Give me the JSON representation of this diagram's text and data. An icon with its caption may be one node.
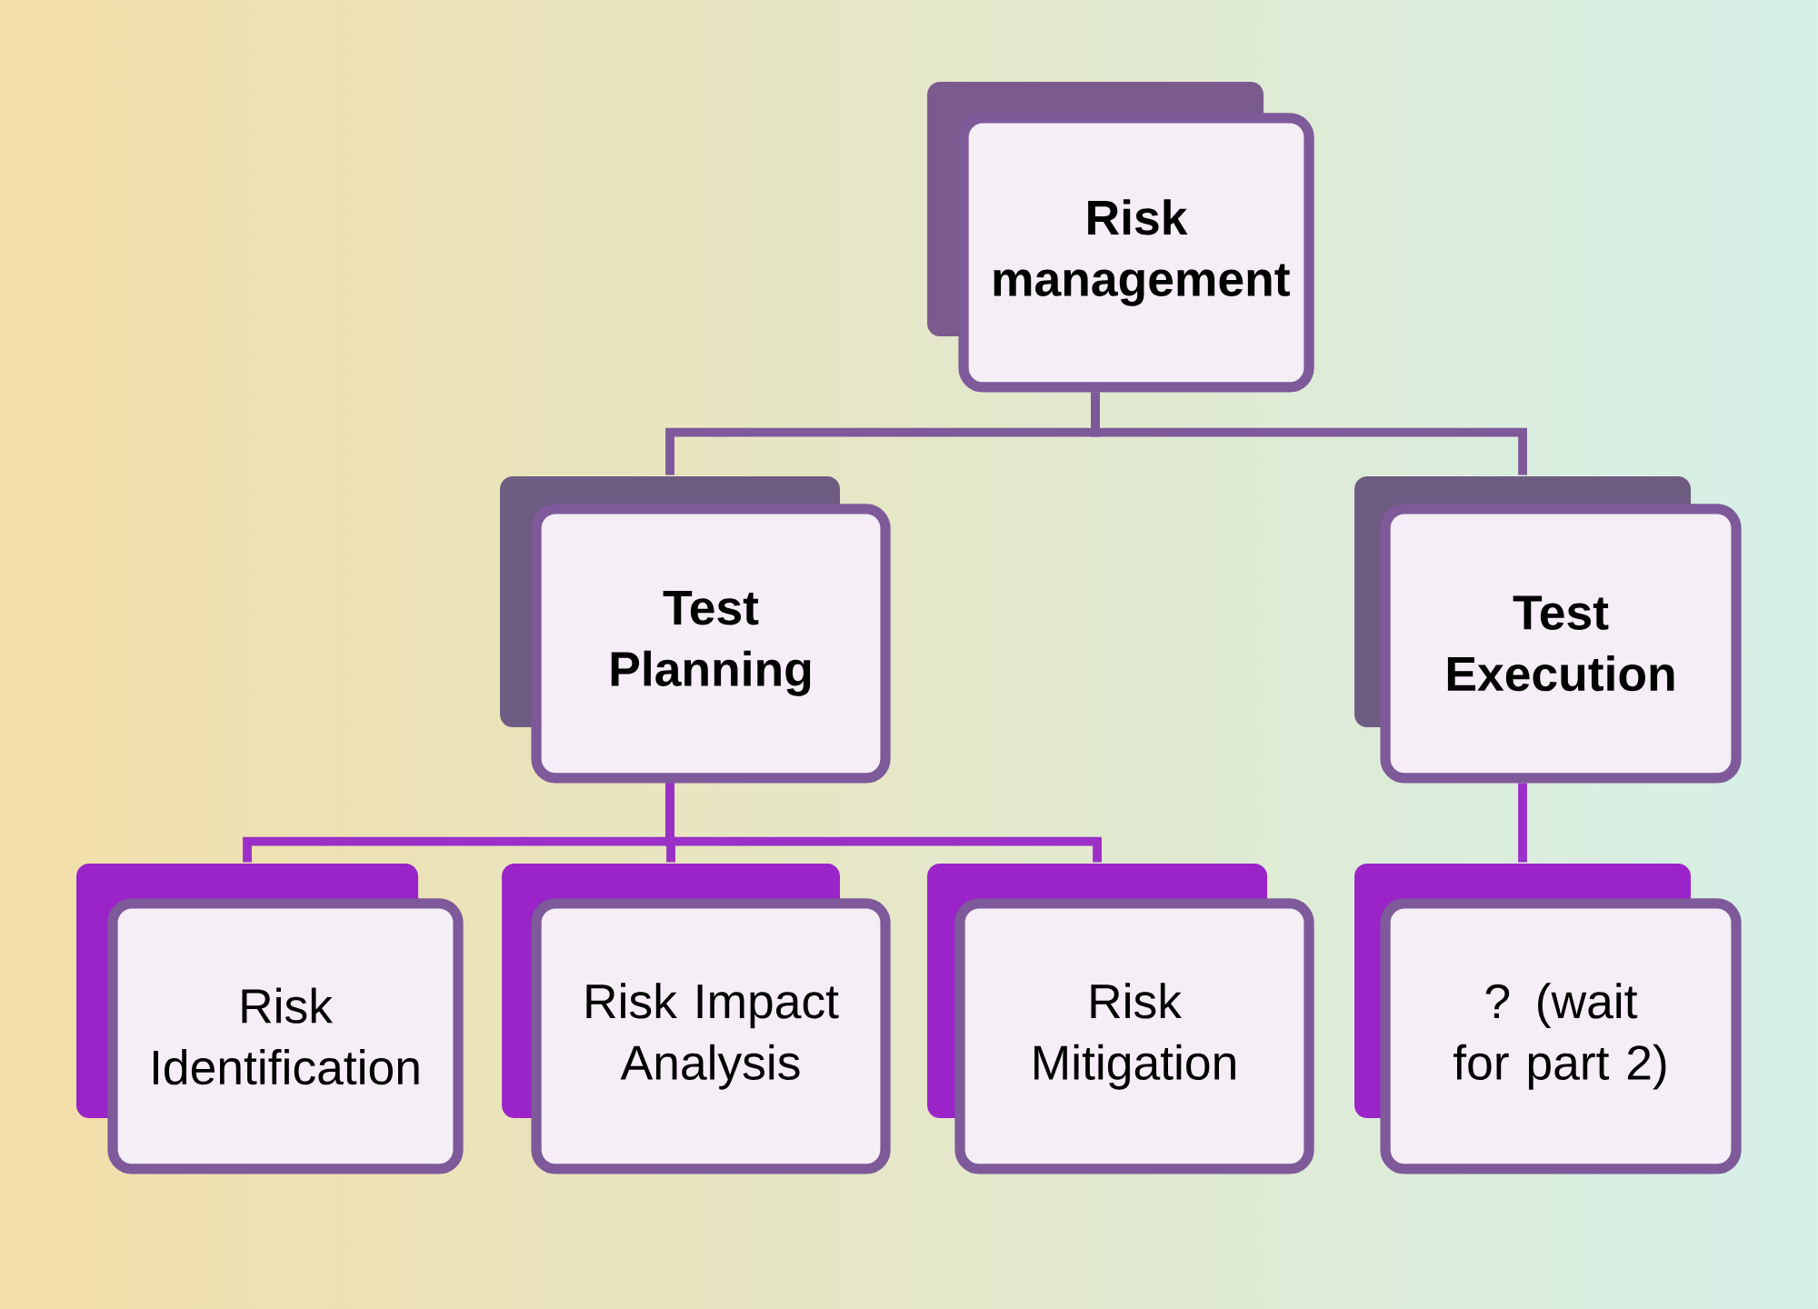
{
  "diagram": {
    "nodes": [
      {
        "text": [
          "Risk management"
        ]
      },
      {
        "text": [
          "Test Planning"
        ]
      },
      {
        "text": [
          "Test Execution"
        ]
      },
      {
        "text": [
          "Risk Identification"
        ]
      },
      {
        "text": [
          "Risk Impact Analysis"
        ]
      },
      {
        "text": [
          "Risk Mitigation"
        ]
      },
      {
        "text": [
          "? (wait for part 2)"
        ]
      }
    ],
    "edges": [
      {
        "from": 0,
        "to": 1,
        "arrow": "none"
      },
      {
        "from": 0,
        "to": 2,
        "arrow": "none"
      },
      {
        "from": 1,
        "to": 3,
        "arrow": "none"
      },
      {
        "from": 1,
        "to": 4,
        "arrow": "none"
      },
      {
        "from": 1,
        "to": 5,
        "arrow": "none"
      },
      {
        "from": 2,
        "to": 6,
        "arrow": "none"
      }
    ]
  }
}
